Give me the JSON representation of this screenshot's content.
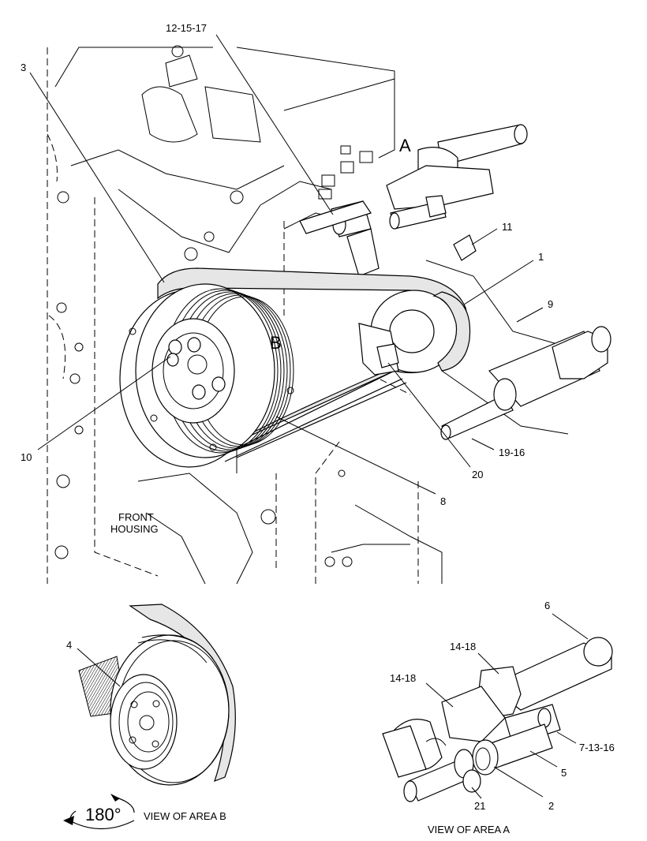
{
  "labels": {
    "l12_15_17": "12-15-17",
    "l3": "3",
    "lA": "A",
    "l11": "11",
    "l1": "1",
    "l9": "9",
    "lB": "B",
    "l10": "10",
    "l20": "20",
    "l19_16": "19-16",
    "l8": "8",
    "front1": "FRONT",
    "front2": "HOUSING",
    "l4": "4",
    "rot": "180°",
    "viewB": "VIEW OF AREA  B",
    "l6": "6",
    "l14_18a": "14-18",
    "l14_18b": "14-18",
    "l7_13_16": "7-13-16",
    "l5": "5",
    "l21": "21",
    "l2": "2",
    "viewA": "VIEW OF AREA  A"
  }
}
